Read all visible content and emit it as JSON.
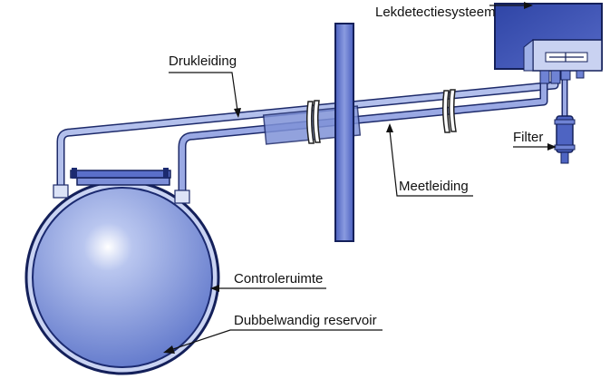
{
  "labels": {
    "leak_detection_system": "Lekdetectiesysteem",
    "pressure_line": "Drukleiding",
    "filter": "Filter",
    "measuring_line": "Meetleiding",
    "control_space": "Controleruimte",
    "double_walled_tank": "Dubbelwandig reservoir"
  },
  "colors": {
    "tank_fill": "#5a72c8",
    "tank_highlight": "#b9c6ef",
    "tank_outline": "#14205a",
    "pipe_fill": "#8ea0dc",
    "pipe_outline": "#1d2a6a",
    "wall_fill": "#6b7fd0",
    "box_fill": "#3e55b8",
    "box_face": "#c9d2f1",
    "text": "#111111"
  }
}
